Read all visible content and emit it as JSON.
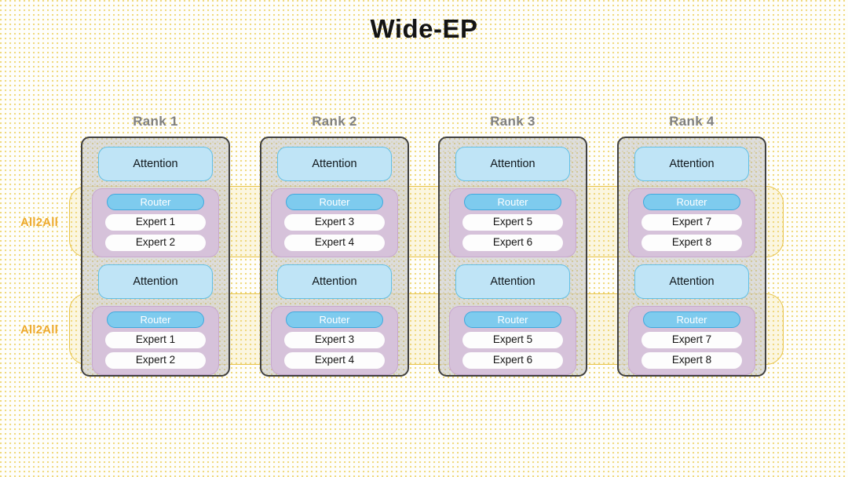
{
  "title": "Wide-EP",
  "colors": {
    "background": "#fefefb",
    "dot_pattern": "#f0d87a",
    "rank_border": "#3f3f3f",
    "rank_fill": "#d1d1d1",
    "attention_fill": "#bfe4f6",
    "attention_border": "#62c0e6",
    "moe_fill": "#d6c2da",
    "moe_border": "#c8a8d0",
    "router_fill": "#7ecbee",
    "router_border": "#3fa9dd",
    "router_text": "#ffffff",
    "expert_fill": "#fdfdfd",
    "all2all_accent": "#eeaa2e",
    "all2all_border": "#e8c44a",
    "rank_label_text": "#808080"
  },
  "all2all_bands": [
    {
      "label": "All2All"
    },
    {
      "label": "All2All"
    }
  ],
  "ranks": [
    {
      "label": "Rank 1",
      "layers": [
        {
          "attention": "Attention",
          "router": "Router",
          "experts": [
            "Expert 1",
            "Expert 2"
          ]
        },
        {
          "attention": "Attention",
          "router": "Router",
          "experts": [
            "Expert 1",
            "Expert 2"
          ]
        }
      ]
    },
    {
      "label": "Rank 2",
      "layers": [
        {
          "attention": "Attention",
          "router": "Router",
          "experts": [
            "Expert 3",
            "Expert 4"
          ]
        },
        {
          "attention": "Attention",
          "router": "Router",
          "experts": [
            "Expert 3",
            "Expert 4"
          ]
        }
      ]
    },
    {
      "label": "Rank 3",
      "layers": [
        {
          "attention": "Attention",
          "router": "Router",
          "experts": [
            "Expert 5",
            "Expert 6"
          ]
        },
        {
          "attention": "Attention",
          "router": "Router",
          "experts": [
            "Expert 5",
            "Expert 6"
          ]
        }
      ]
    },
    {
      "label": "Rank 4",
      "layers": [
        {
          "attention": "Attention",
          "router": "Router",
          "experts": [
            "Expert 7",
            "Expert 8"
          ]
        },
        {
          "attention": "Attention",
          "router": "Router",
          "experts": [
            "Expert 7",
            "Expert 8"
          ]
        }
      ]
    }
  ]
}
